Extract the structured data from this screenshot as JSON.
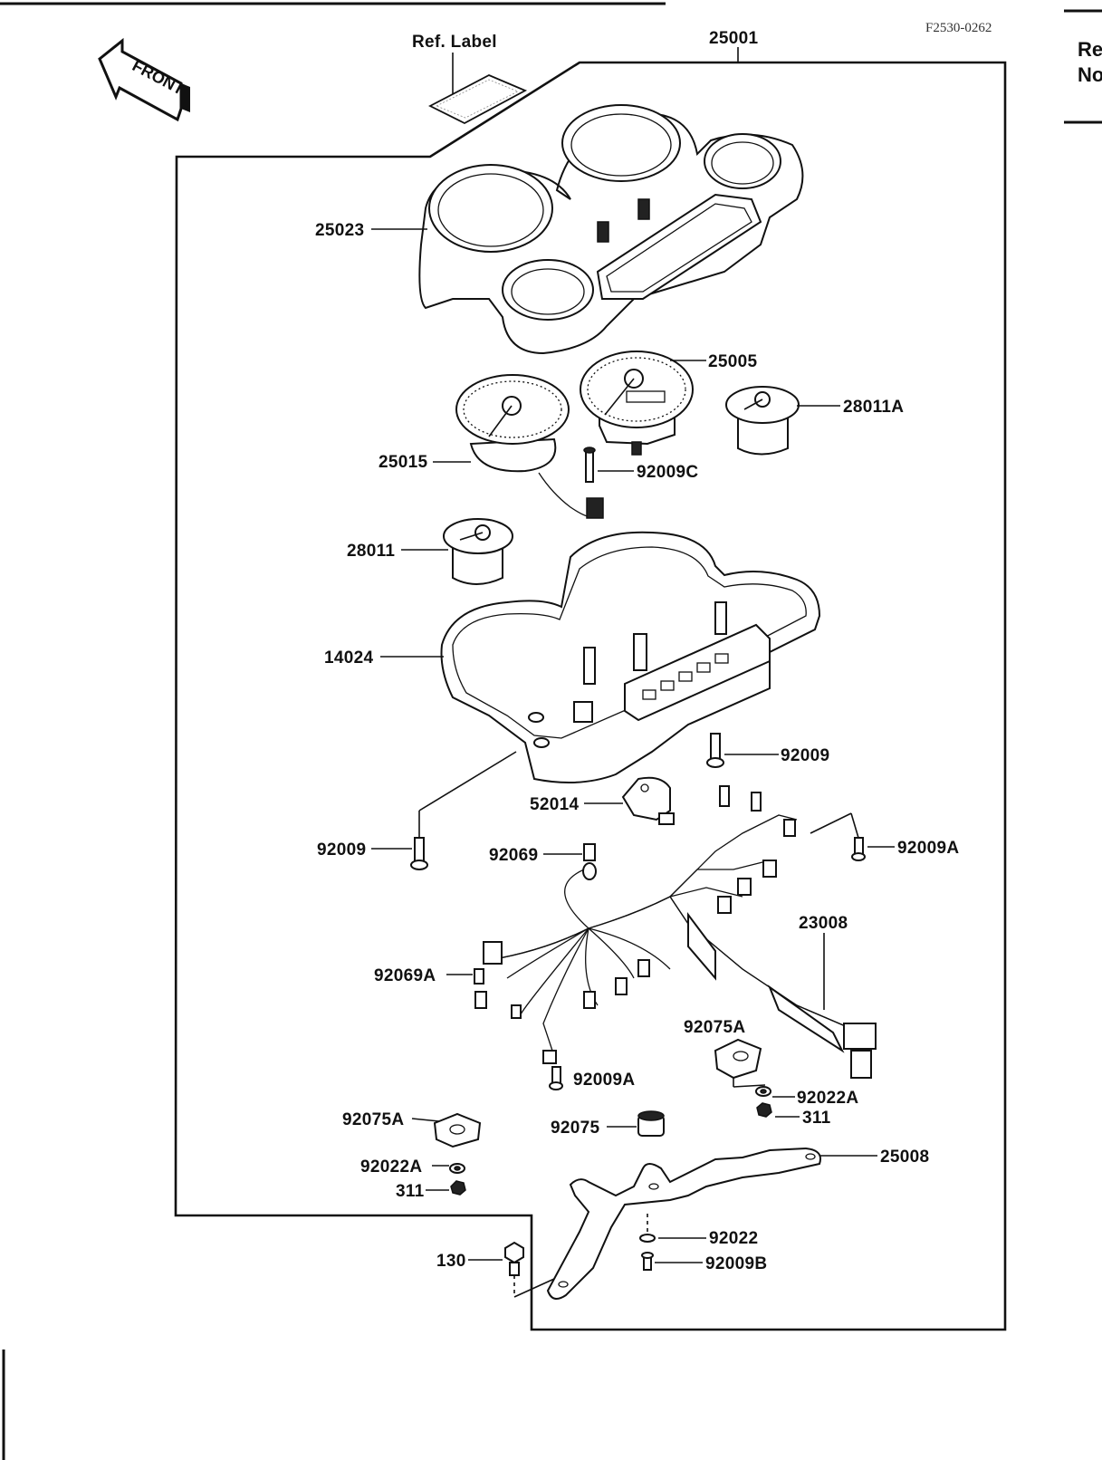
{
  "figure_code": "F2530-0262",
  "front_arrow_label": "FRONT",
  "ref_label_text": "Ref. Label",
  "header_cut_text": [
    "Re",
    "No"
  ],
  "parts": {
    "p25001": "25001",
    "p25023": "25023",
    "p25005": "25005",
    "p28011A": "28011A",
    "p25015": "25015",
    "p92009C": "92009C",
    "p28011": "28011",
    "p14024": "14024",
    "p92009_upper": "92009",
    "p52014": "52014",
    "p92009_left": "92009",
    "p92069": "92069",
    "p92009A_right": "92009A",
    "p23008": "23008",
    "p92069A": "92069A",
    "p92075A_right": "92075A",
    "p92009A_lower": "92009A",
    "p92022A_right": "92022A",
    "p311_right": "311",
    "p92075A_left": "92075A",
    "p92075": "92075",
    "p25008": "25008",
    "p92022A_left": "92022A",
    "p311_left": "311",
    "p92022": "92022",
    "p130": "130",
    "p92009B": "92009B"
  }
}
